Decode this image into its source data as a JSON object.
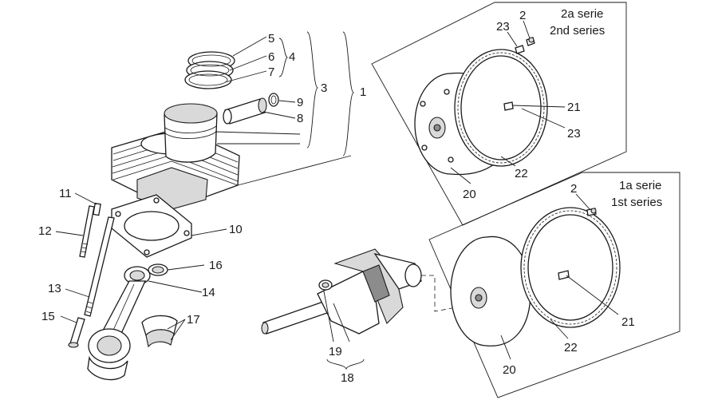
{
  "series_2": {
    "line1": "2a serie",
    "line2": "2nd series"
  },
  "series_1": {
    "line1": "1a serie",
    "line2": "1st series"
  },
  "labels": {
    "l1": "1",
    "l2a": "2",
    "l2b": "2",
    "l3": "3",
    "l4": "4",
    "l5": "5",
    "l6": "6",
    "l7": "7",
    "l8": "8",
    "l9": "9",
    "l10": "10",
    "l11": "11",
    "l12": "12",
    "l13": "13",
    "l14": "14",
    "l15": "15",
    "l16": "16",
    "l17": "17",
    "l18": "18",
    "l19": "19",
    "l20a": "20",
    "l20b": "20",
    "l21a": "21",
    "l21b": "21",
    "l22a": "22",
    "l22b": "22",
    "l23a": "23",
    "l23b": "23"
  }
}
